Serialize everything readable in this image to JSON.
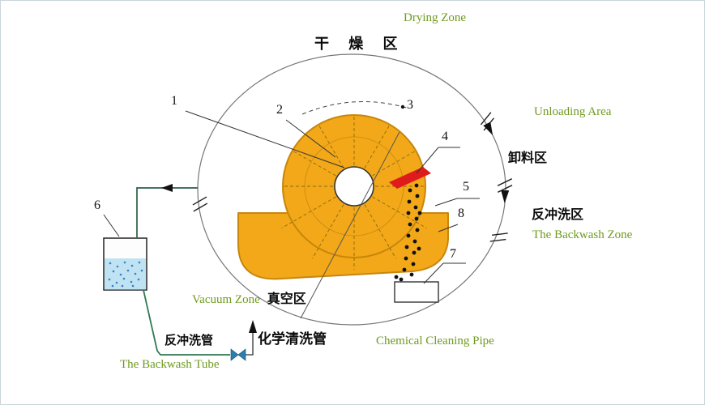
{
  "zones": {
    "drying_en": "Drying Zone",
    "drying_cn": "干 燥 区",
    "unloading_en": "Unloading Area",
    "unloading_cn": "卸料区",
    "backwash_cn": "反冲洗区",
    "backwash_en": "The Backwash Zone",
    "vacuum_en": "Vacuum Zone",
    "vacuum_cn": "真空区"
  },
  "pipes": {
    "backwash_tube_cn": "反冲洗管",
    "backwash_tube_en": "The Backwash Tube",
    "chemical_cn": "化学清洗管",
    "chemical_en": "Chemical Cleaning Pipe"
  },
  "callouts": {
    "c1": "1",
    "c2": "2",
    "c3": "3",
    "c4": "4",
    "c5": "5",
    "c6": "6",
    "c7": "7",
    "c8": "8"
  },
  "colors": {
    "disc_orange": "#F2A818",
    "disc_outline": "#C8860A",
    "scraper_red": "#E01B1B",
    "label_green": "#6E9A1E",
    "pipe_green": "#2F7A52",
    "water_blue": "#BFE3F2",
    "pump_blue": "#2A7FAE"
  }
}
